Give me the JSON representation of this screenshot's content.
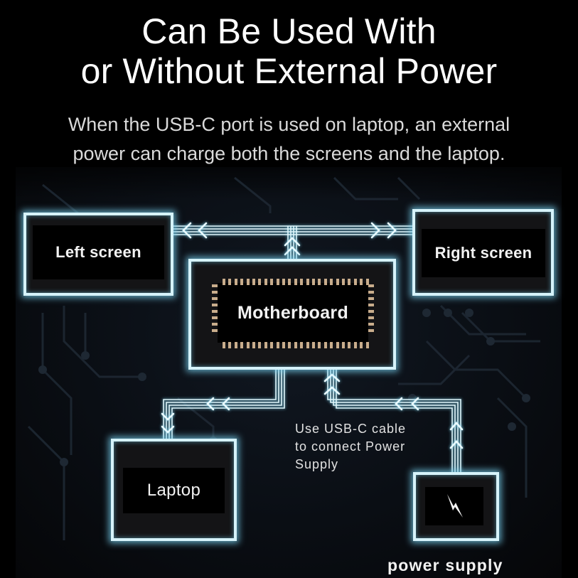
{
  "header": {
    "title_line1": "Can Be Used With",
    "title_line2": "or Without External Power",
    "subtitle_line1": "When the USB-C port is used on laptop, an external",
    "subtitle_line2": "power can charge both the screens and the laptop."
  },
  "diagram": {
    "nodes": {
      "left_screen": {
        "label": "Left screen"
      },
      "right_screen": {
        "label": "Right screen"
      },
      "motherboard": {
        "label": "Motherboard"
      },
      "laptop": {
        "label": "Laptop"
      },
      "power_supply": {
        "label": "power supply",
        "icon": "lightning-bolt-icon"
      }
    },
    "note": {
      "line1": "Use USB-C cable",
      "line2": "to connect Power",
      "line3": "Supply"
    },
    "flows": [
      {
        "from": "motherboard",
        "to": "left_screen"
      },
      {
        "from": "motherboard",
        "to": "right_screen"
      },
      {
        "from": "motherboard",
        "to": "laptop"
      },
      {
        "from": "power_supply",
        "to": "motherboard"
      }
    ]
  },
  "colors": {
    "background": "#000000",
    "glow": "#d6f3fa",
    "chip_pins": "#c9ad8c",
    "text": "#ffffff"
  }
}
